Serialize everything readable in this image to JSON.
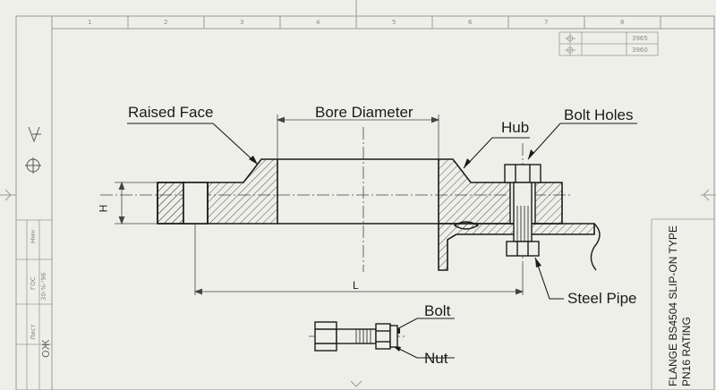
{
  "labels": {
    "raised_face": "Raised Face",
    "bore_diameter": "Bore Diameter",
    "hub": "Hub",
    "bolt_holes": "Bolt Holes",
    "steel_pipe": "Steel Pipe",
    "bolt": "Bolt",
    "nut": "Nut"
  },
  "dimensions": {
    "h": "H",
    "l": "L"
  },
  "title_block": {
    "line1": "FLANGE BS4504 SLIP-ON TYPE",
    "line2": "PN16 RATING"
  },
  "border": {
    "columns": [
      "1",
      "2",
      "3",
      "4",
      "5",
      "6",
      "7",
      "8"
    ]
  },
  "revision_block": {
    "row1": "3965",
    "row2": "3960"
  },
  "left_block": {
    "entries": [
      "Нмн",
      "ГОС",
      "30-%-'96",
      "Лист",
      "ОЖ"
    ]
  },
  "colors": {
    "paper": "#efefea",
    "ink": "#1a1a1a",
    "faint_ink": "#8a8a86"
  }
}
